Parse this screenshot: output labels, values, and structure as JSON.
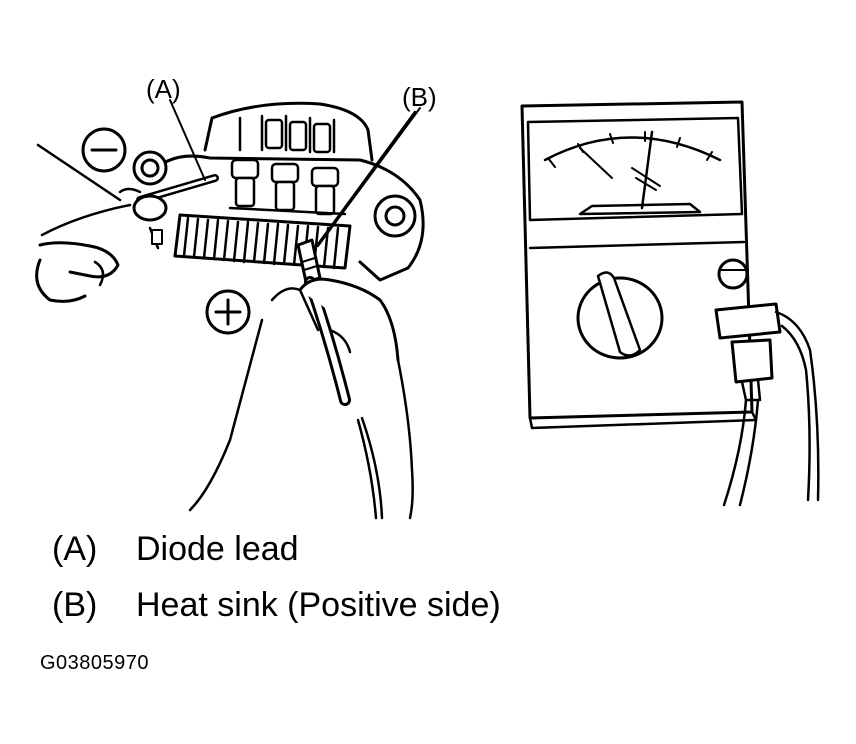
{
  "callouts": {
    "a": "(A)",
    "b": "(B)"
  },
  "legend": [
    {
      "key": "(A)",
      "text": "Diode lead"
    },
    {
      "key": "(B)",
      "text": "Heat sink (Positive side)"
    }
  ],
  "figure_id": "G03805970",
  "illustration": {
    "subjects": [
      "alternator-rectifier",
      "analog-multimeter",
      "probe-hands"
    ],
    "polarity_marks": [
      "minus-sign",
      "plus-sign"
    ]
  }
}
